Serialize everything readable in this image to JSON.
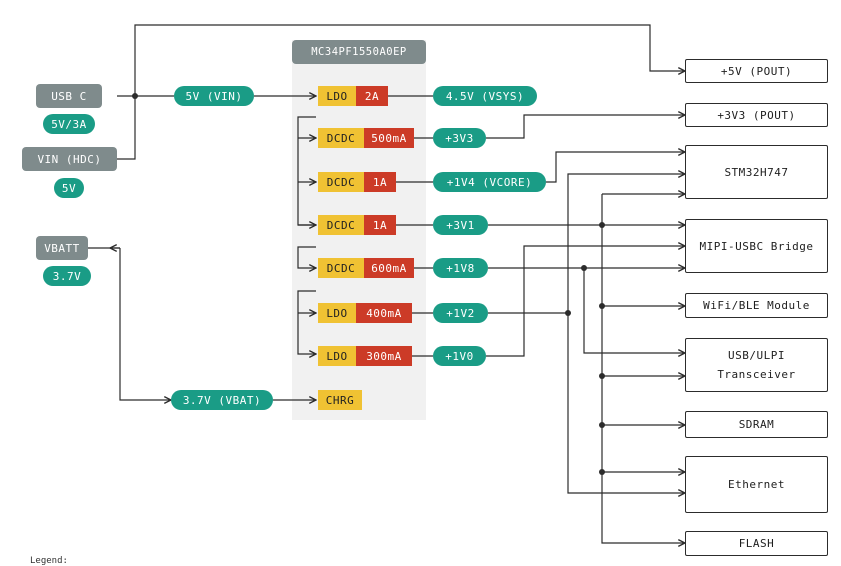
{
  "pmic": {
    "title": "MC34PF1550A0EP"
  },
  "sources": {
    "usb_c": {
      "label": "USB C",
      "badge": "5V/3A"
    },
    "vin_hdc": {
      "label": "VIN (HDC)",
      "badge": "5V"
    },
    "vbatt": {
      "label": "VBATT",
      "badge": "3.7V"
    }
  },
  "inputs": {
    "vin": "5V (VIN)",
    "vbat": "3.7V (VBAT)"
  },
  "regulators": [
    {
      "type": "LDO",
      "rating": "2A",
      "output": "4.5V (VSYS)"
    },
    {
      "type": "DCDC",
      "rating": "500mA",
      "output": "+3V3"
    },
    {
      "type": "DCDC",
      "rating": "1A",
      "output": "+1V4 (VCORE)"
    },
    {
      "type": "DCDC",
      "rating": "1A",
      "output": "+3V1"
    },
    {
      "type": "DCDC",
      "rating": "600mA",
      "output": "+1V8"
    },
    {
      "type": "LDO",
      "rating": "400mA",
      "output": "+1V2"
    },
    {
      "type": "LDO",
      "rating": "300mA",
      "output": "+1V0"
    }
  ],
  "charger": "CHRG",
  "loads": [
    "+5V (POUT)",
    "+3V3 (POUT)",
    "STM32H747",
    "MIPI-USBC Bridge",
    "WiFi/BLE Module",
    "USB/ULPI Transceiver",
    "SDRAM",
    "Ethernet",
    "FLASH"
  ],
  "legend": "Legend:",
  "colors": {
    "source_grey": "#7f8b8c",
    "rail_green": "#1a9c86",
    "regulator_yellow": "#f0c233",
    "rating_red": "#cc3b27",
    "wire": "#2c2c2c"
  }
}
